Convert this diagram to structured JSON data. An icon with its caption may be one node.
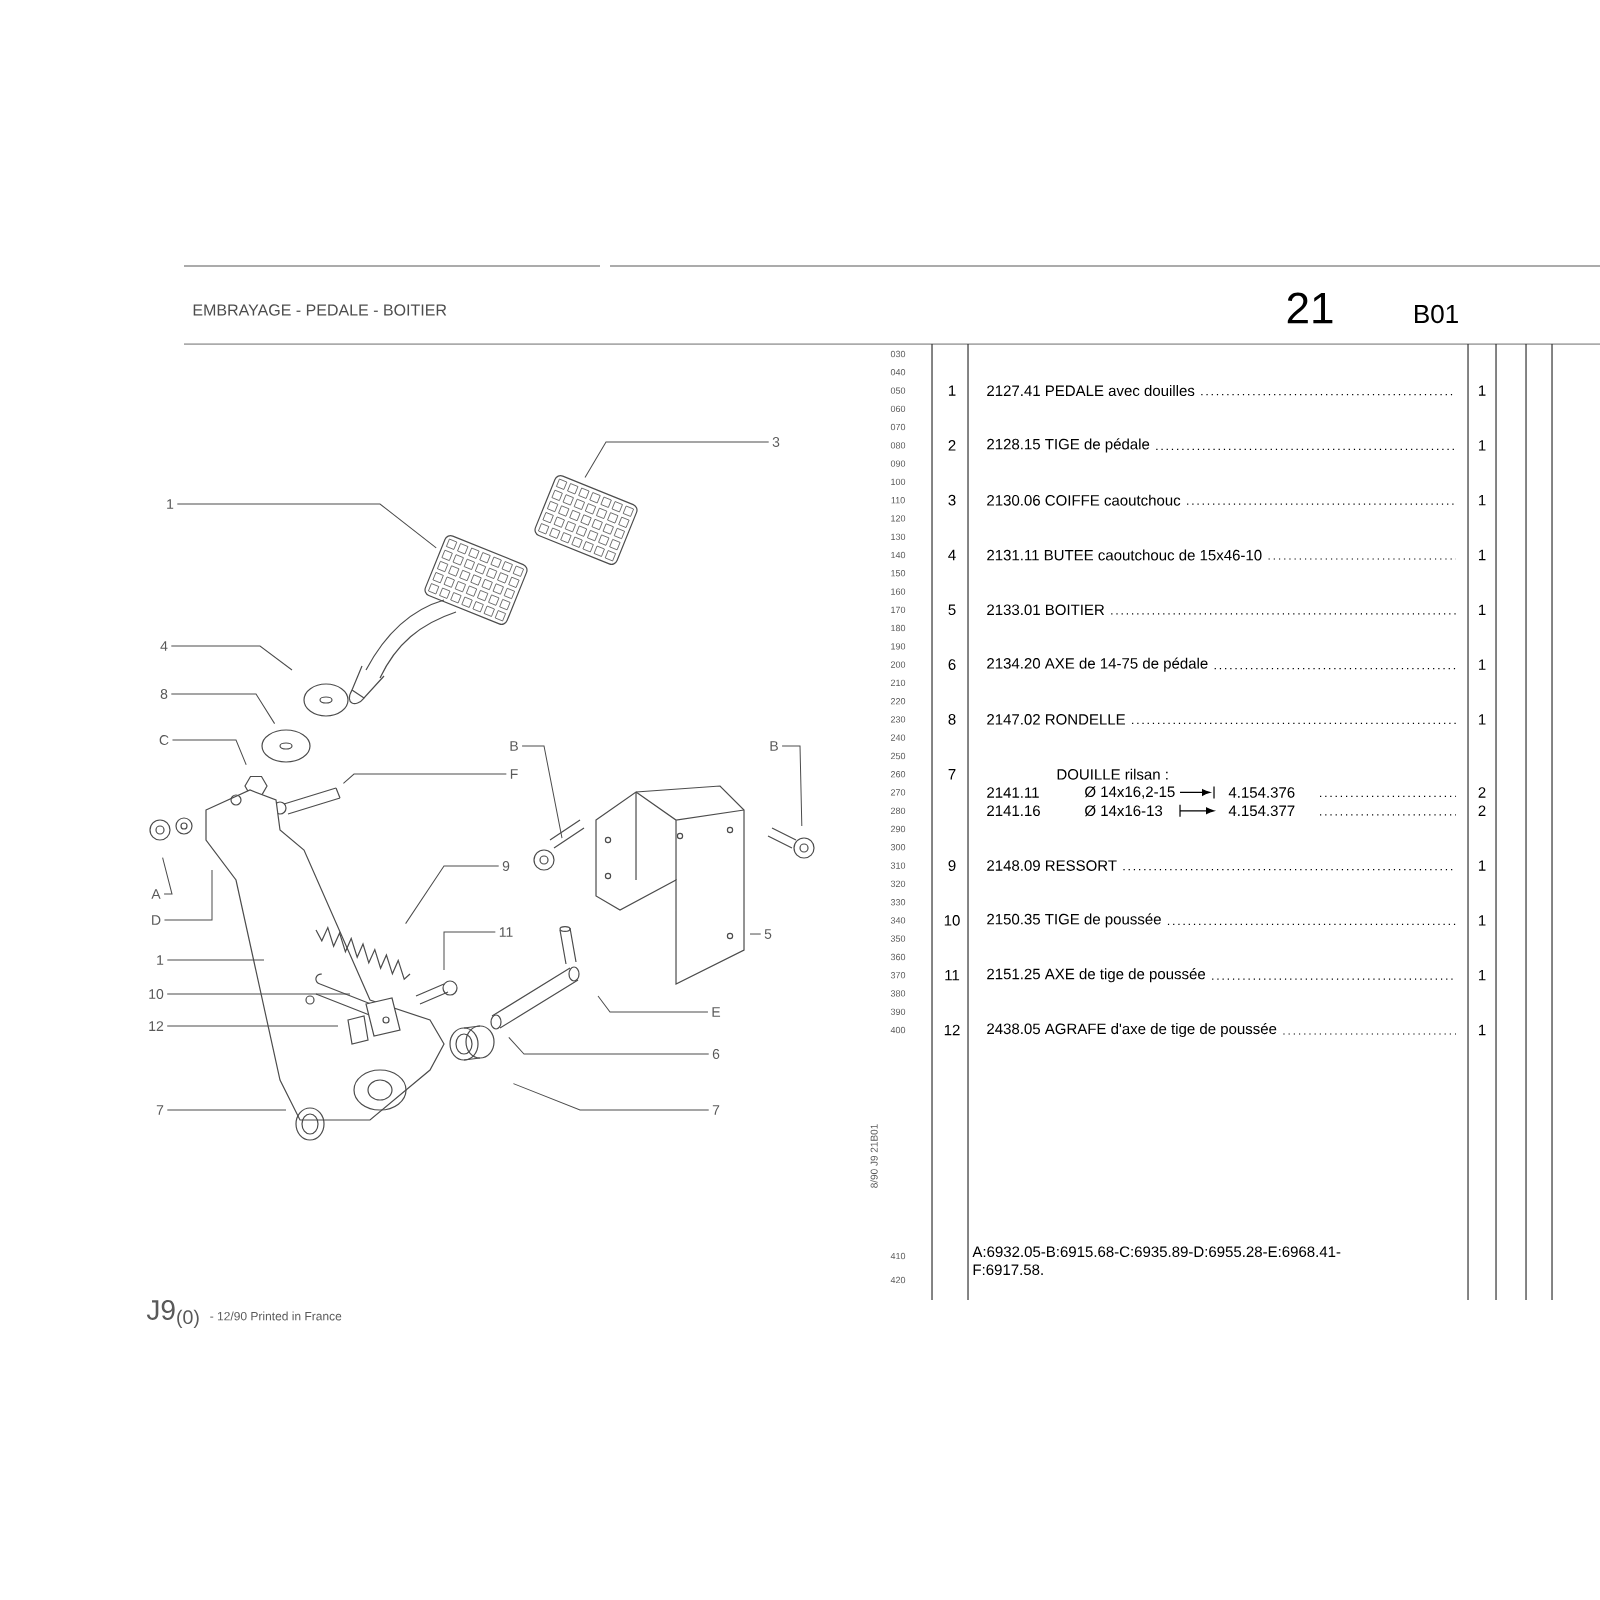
{
  "diagram": {
    "title": "EMBRAYAGE - PEDALE - BOITIER",
    "nodes": [
      {
        "text": [
          "3"
        ]
      },
      {
        "text": [
          "1"
        ]
      },
      {
        "text": [
          "4"
        ]
      },
      {
        "text": [
          "8"
        ]
      },
      {
        "text": [
          "C"
        ]
      },
      {
        "text": [
          "B"
        ]
      },
      {
        "text": [
          "B"
        ]
      },
      {
        "text": [
          "F"
        ]
      },
      {
        "text": [
          "9"
        ]
      },
      {
        "text": [
          "A"
        ]
      },
      {
        "text": [
          "D"
        ]
      },
      {
        "text": [
          "11"
        ]
      },
      {
        "text": [
          "1"
        ]
      },
      {
        "text": [
          "5"
        ]
      },
      {
        "text": [
          "10"
        ]
      },
      {
        "text": [
          "E"
        ]
      },
      {
        "text": [
          "12"
        ]
      },
      {
        "text": [
          "6"
        ]
      },
      {
        "text": [
          "7"
        ]
      },
      {
        "text": [
          "7"
        ]
      }
    ],
    "edges": [
      {
        "from": 0,
        "to": null,
        "arrow": "none"
      },
      {
        "from": 1,
        "to": null,
        "arrow": "none"
      },
      {
        "from": 2,
        "to": null,
        "arrow": "none"
      },
      {
        "from": 3,
        "to": null,
        "arrow": "none"
      },
      {
        "from": 4,
        "to": null,
        "arrow": "none"
      },
      {
        "from": 5,
        "to": null,
        "arrow": "none"
      },
      {
        "from": 6,
        "to": null,
        "arrow": "none"
      },
      {
        "from": 7,
        "to": null,
        "arrow": "none"
      },
      {
        "from": 8,
        "to": null,
        "arrow": "none"
      },
      {
        "from": 9,
        "to": null,
        "arrow": "none"
      },
      {
        "from": 10,
        "to": null,
        "arrow": "none"
      },
      {
        "from": 11,
        "to": null,
        "arrow": "none"
      },
      {
        "from": 12,
        "to": null,
        "arrow": "none"
      },
      {
        "from": 13,
        "to": null,
        "arrow": "none"
      },
      {
        "from": 14,
        "to": null,
        "arrow": "none"
      },
      {
        "from": 15,
        "to": null,
        "arrow": "none"
      },
      {
        "from": 16,
        "to": null,
        "arrow": "none"
      },
      {
        "from": 17,
        "to": null,
        "arrow": "none"
      },
      {
        "from": 18,
        "to": null,
        "arrow": "none"
      },
      {
        "from": 19,
        "to": null,
        "arrow": "none"
      }
    ],
    "labels": [
      "21",
      "B01",
      "030",
      "040",
      "050",
      "060",
      "070",
      "080",
      "090",
      "100",
      "110",
      "120",
      "130",
      "140",
      "150",
      "160",
      "170",
      "180",
      "190",
      "200",
      "210",
      "220",
      "230",
      "240",
      "250",
      "260",
      "270",
      "280",
      "290",
      "300",
      "310",
      "320",
      "330",
      "340",
      "350",
      "360",
      "370",
      "380",
      "390",
      "400",
      "410",
      "420",
      "1",
      "2127.41 PEDALE avec douilles",
      "1",
      "2",
      "2128.15 TIGE de pédale",
      "1",
      "3",
      "2130.06 COIFFE caoutchouc",
      "1",
      "4",
      "2131.11 BUTEE caoutchouc de 15x46-10",
      "1",
      "5",
      "2133.01 BOITIER",
      "1",
      "6",
      "2134.20 AXE de 14-75 de pédale",
      "1",
      "8",
      "2147.02 RONDELLE",
      "1",
      "7",
      "DOUILLE rilsan :",
      "2141.11",
      "Ø 14x16,2-15",
      "4.154.376",
      "2",
      "2141.16",
      "Ø 14x16-13",
      "4.154.377",
      "2",
      "9",
      "2148.09 RESSORT",
      "1",
      "10",
      "2150.35 TIGE de poussée",
      "1",
      "11",
      "2151.25 AXE de tige de poussée",
      "1",
      "12",
      "2438.05 AGRAFE d'axe de tige de poussée",
      "1",
      "A:6932.05-B:6915.68-C:6935.89-D:6955.28-E:6968.41-F:6917.58.",
      "J9$_{(0)}$",
      "- 12/90 Printed in France",
      "8/90  J9  21B01"
    ]
  }
}
